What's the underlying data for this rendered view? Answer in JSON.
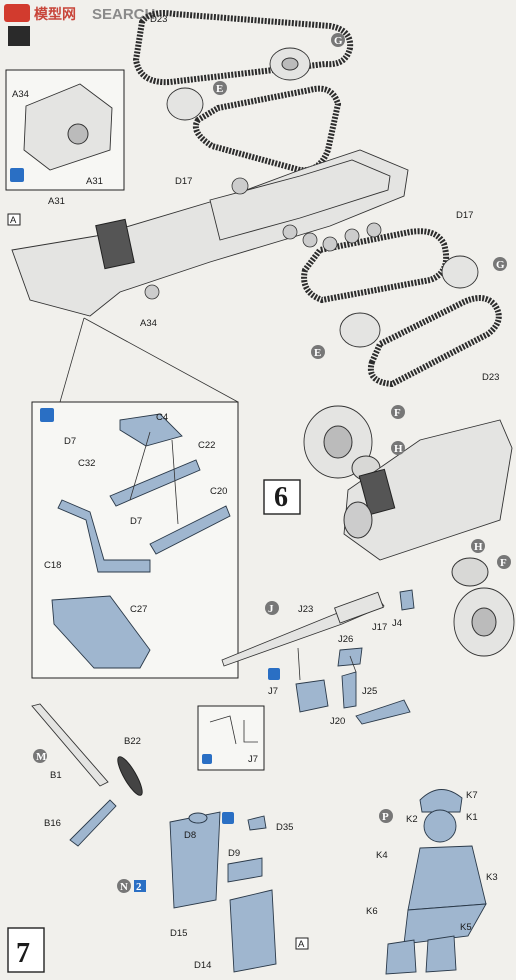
{
  "watermark": {
    "logo_text": "模型网",
    "brand": "SEARCH"
  },
  "steps": {
    "six": "6",
    "seven": "7"
  },
  "section_markers": {
    "m": "M",
    "n": "N",
    "n_count": "2",
    "p": "P"
  },
  "part_circles": {
    "g": "G",
    "e": "E",
    "f": "F",
    "h": "H",
    "j": "J"
  },
  "labels": {
    "d23_top": "D23",
    "d17_left": "D17",
    "d17_right": "D17",
    "d23_bottom": "D23",
    "a34_inset": "A34",
    "a31_inset": "A31",
    "a31": "A31",
    "a34": "A34",
    "c4": "C4",
    "d7_top": "D7",
    "c22": "C22",
    "c32": "C32",
    "c20": "C20",
    "d7_mid": "D7",
    "c18": "C18",
    "c27": "C27",
    "j23": "J23",
    "j17": "J17",
    "j4": "J4",
    "j26": "J26",
    "j7": "J7",
    "j20": "J20",
    "j25": "J25",
    "j7_inset": "J7",
    "b22": "B22",
    "b1": "B1",
    "b16": "B16",
    "d8": "D8",
    "d35": "D35",
    "d9": "D9",
    "d15": "D15",
    "d14": "D14",
    "k7": "K7",
    "k2": "K2",
    "k1": "K1",
    "k4": "K4",
    "k3": "K3",
    "k6": "K6",
    "k5": "K5"
  },
  "ref_markers": {
    "a_box": "A",
    "a_box_d14": "A"
  },
  "colors": {
    "accent": "#2a6fc4",
    "part_blue": "#9fb6cf",
    "marker_dark": "#777777",
    "watermark_red": "#d23b2e"
  }
}
